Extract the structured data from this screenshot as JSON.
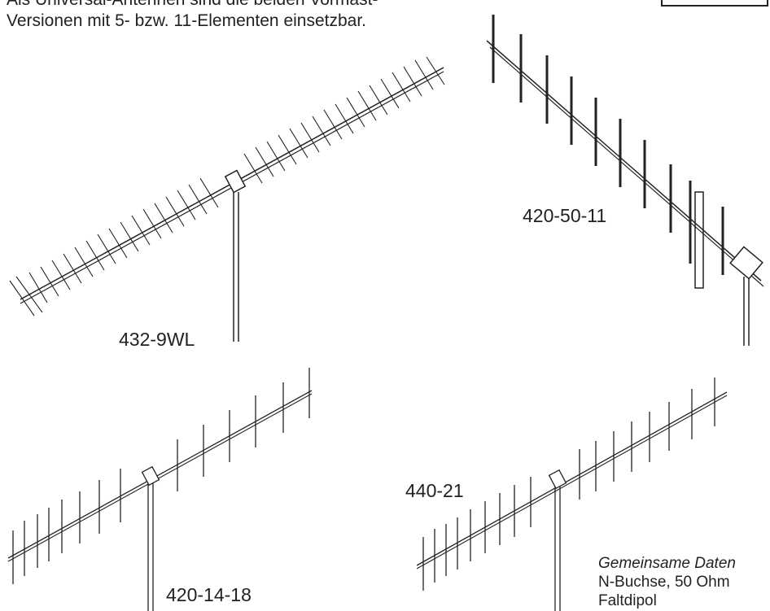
{
  "intro": {
    "line1": "Als Universal-Antennen sind die beiden Vormast-",
    "line2": "Versionen mit 5- bzw. 11-Elementen einsetzbar."
  },
  "antennas": [
    {
      "label": "432-9WL"
    },
    {
      "label": "420-50-11"
    },
    {
      "label": "420-14-18"
    },
    {
      "label": "440-21"
    }
  ],
  "notes": {
    "heading": "Gemeinsame Daten",
    "line1": "N-Buchse, 50 Ohm",
    "line2": "Faltdipol"
  },
  "colors": {
    "ink": "#222222",
    "background": "#ffffff"
  }
}
